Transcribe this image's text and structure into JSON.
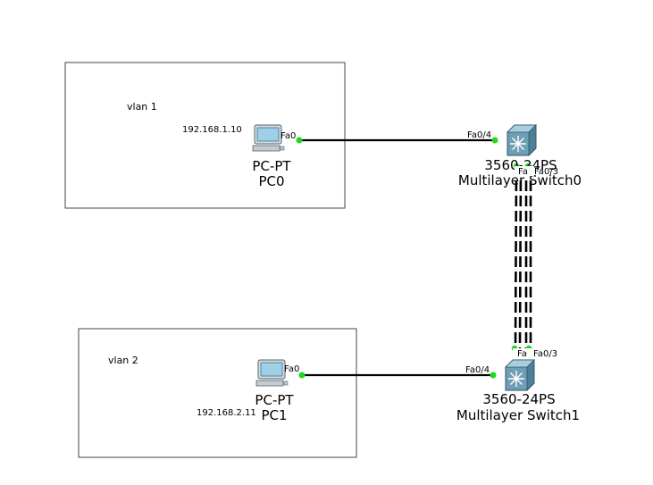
{
  "areas": [
    {
      "id": "area-vlan1",
      "label": "vlan 1"
    },
    {
      "id": "area-vlan2",
      "label": "vlan 2"
    }
  ],
  "devices": {
    "pc0": {
      "model": "PC-PT",
      "name": "PC0",
      "ip": "192.168.1.10",
      "port": "Fa0"
    },
    "pc1": {
      "model": "PC-PT",
      "name": "PC1",
      "ip": "192.168.2.11",
      "port": "Fa0"
    },
    "switch0": {
      "model": "3560-24PS",
      "name": "Multilayer Switch0",
      "pc_port": "Fa0/4",
      "trunk_port_a": "Fa",
      "trunk_port_b": "Fa0/3"
    },
    "switch1": {
      "model": "3560-24PS",
      "name": "Multilayer Switch1",
      "pc_port": "Fa0/4",
      "trunk_port_a": "Fa",
      "trunk_port_b": "Fa0/3"
    }
  },
  "links": [
    {
      "from": "PC0",
      "to": "Multilayer Switch0",
      "style": "solid"
    },
    {
      "from": "PC1",
      "to": "Multilayer Switch1",
      "style": "solid"
    },
    {
      "from": "Multilayer Switch0",
      "to": "Multilayer Switch1",
      "style": "dashed"
    },
    {
      "from": "Multilayer Switch0",
      "to": "Multilayer Switch1",
      "style": "dashed"
    }
  ],
  "colors": {
    "link_up": "#22d622",
    "switch_body": "#6f9fb5",
    "pc_screen": "#9fd0e8"
  },
  "icons": {
    "pc": "pc-icon",
    "switch": "multilayer-switch-icon"
  }
}
